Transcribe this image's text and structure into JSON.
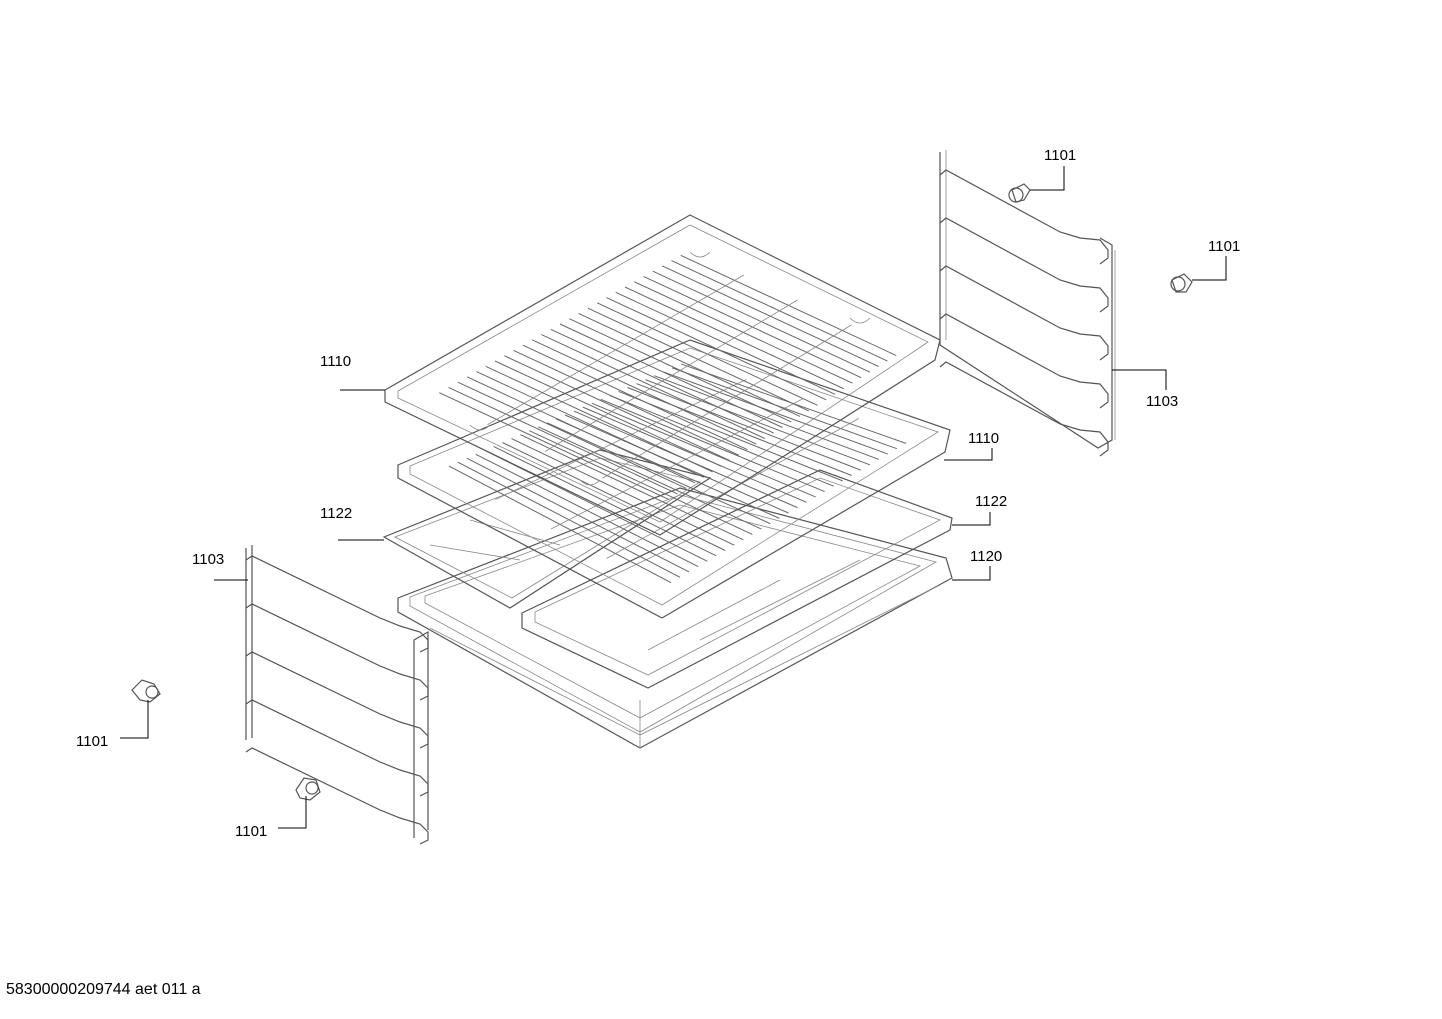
{
  "parts": [
    {
      "id": "rack-upper",
      "callout": "1110"
    },
    {
      "id": "rack-lower",
      "callout": "1110"
    },
    {
      "id": "tray-left",
      "callout": "1122"
    },
    {
      "id": "tray-right",
      "callout": "1122"
    },
    {
      "id": "pan",
      "callout": "1120"
    },
    {
      "id": "rail-right",
      "callout": "1103"
    },
    {
      "id": "rail-left",
      "callout": "1103"
    },
    {
      "id": "clip-right-top",
      "callout": "1101"
    },
    {
      "id": "clip-right-side",
      "callout": "1101"
    },
    {
      "id": "clip-left-side",
      "callout": "1101"
    },
    {
      "id": "clip-left-bottom",
      "callout": "1101"
    }
  ],
  "footer": "58300000209744 aet 011 a"
}
